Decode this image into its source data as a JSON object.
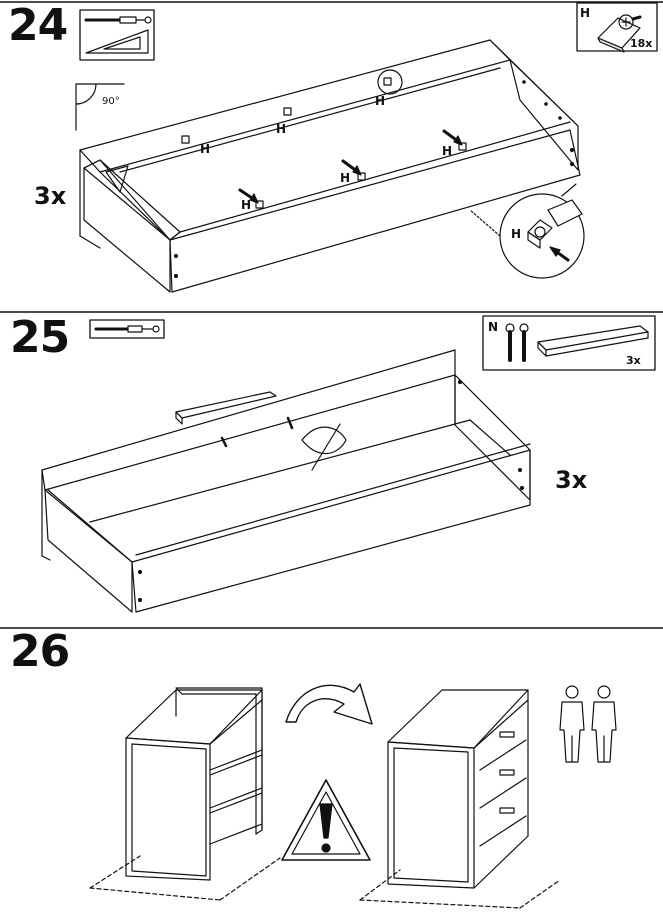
{
  "steps": [
    {
      "number": "24",
      "multiplier": "3x",
      "angle": "90°",
      "part_label": "H",
      "part_qty": "18x",
      "hardware_labels": [
        "H",
        "H",
        "H",
        "H",
        "H",
        "H",
        "H"
      ],
      "detail_label": "H"
    },
    {
      "number": "25",
      "multiplier": "3x",
      "part_label": "N",
      "rail_qty": "3x"
    },
    {
      "number": "26"
    }
  ],
  "icons": {
    "screwdriver": "screwdriver-icon",
    "set_square": "set-square-icon",
    "warning": "warning-icon",
    "people": "two-person-icon",
    "rotate": "rotate-arrow-icon"
  }
}
